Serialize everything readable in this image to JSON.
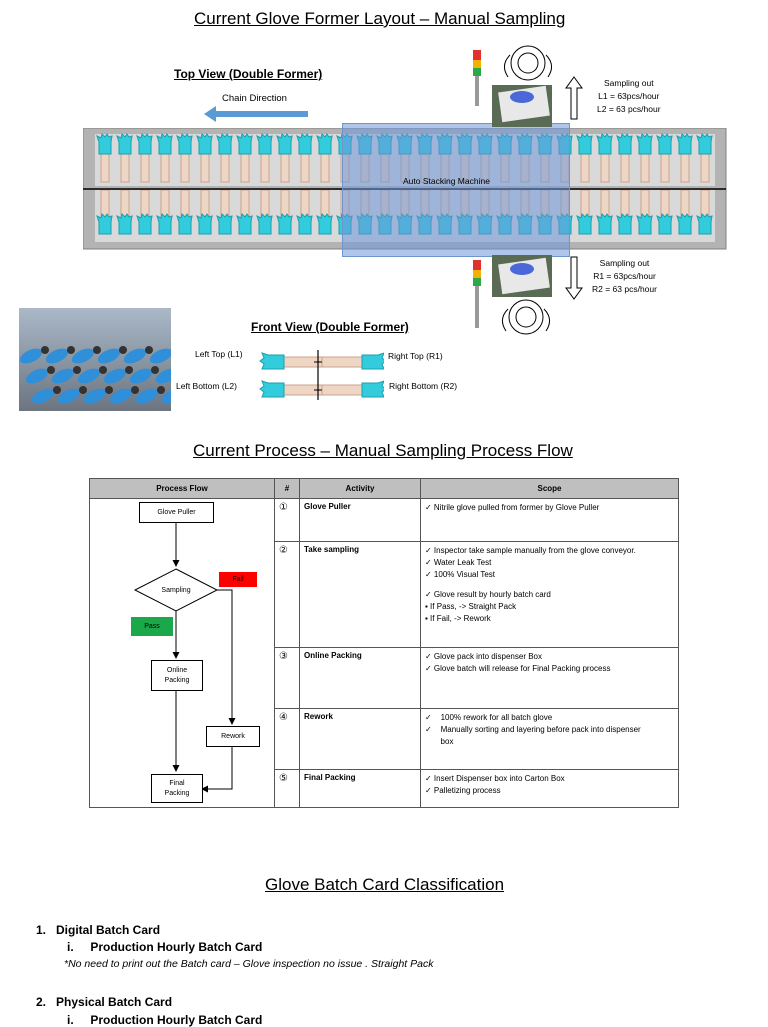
{
  "layout": {
    "title": "Current Glove Former Layout – Manual Sampling",
    "top_view_label": "Top View (Double Former)",
    "chain_direction_label": "Chain Direction",
    "machine_label": "Auto Stacking Machine",
    "sampling_top": [
      "Sampling out",
      "L1 = 63pcs/hour",
      "L2 = 63 pcs/hour"
    ],
    "sampling_bottom": [
      "Sampling out",
      "R1 = 63pcs/hour",
      "R2 = 63 pcs/hour"
    ],
    "front_view_label": "Front View (Double Former)",
    "left_top": "Left Top (L1)",
    "left_bottom": "Left Bottom (L2)",
    "right_top": "Right Top (R1)",
    "right_bottom": "Right Bottom (R2)",
    "colors": {
      "glove": "#33ccdd",
      "conveyor": "#b0b0b0",
      "arrow": "#5b9bd5",
      "machine": "#7ea6e0",
      "pass": "#1aa84a",
      "fail": "#ff0000"
    }
  },
  "process": {
    "title": "Current Process – Manual Sampling Process Flow",
    "headers": [
      "Process Flow",
      "#",
      "Activity",
      "Scope"
    ],
    "flow": {
      "glove_puller": "Glove Puller",
      "sampling": "Sampling",
      "fail": "Fail",
      "pass": "Pass",
      "online_packing": [
        "Online",
        "Packing"
      ],
      "rework": "Rework",
      "final_packing": [
        "Final",
        "Packing"
      ]
    },
    "rows": [
      {
        "num": "①",
        "activity": "Glove Puller",
        "scope": [
          "✓ Nitrile glove pulled from former by Glove Puller"
        ]
      },
      {
        "num": "②",
        "activity": "Take sampling",
        "scope": [
          "✓ Inspector take sample manually from the glove conveyor.",
          "✓ Water Leak Test",
          "✓ 100% Visual Test",
          "",
          "✓ Glove result by hourly batch card",
          "▪ If Pass, -> Straight Pack",
          "▪ If Fail, -> Rework"
        ]
      },
      {
        "num": "③",
        "activity": "Online Packing",
        "scope": [
          "✓ Glove pack into dispenser Box",
          "✓ Glove batch will release for Final Packing process"
        ]
      },
      {
        "num": "④",
        "activity": "Rework",
        "scope": [
          "✓    100% rework for all batch glove",
          "✓    Manually sorting and layering before pack into dispenser",
          "       box"
        ]
      },
      {
        "num": "⑤",
        "activity": "Final Packing",
        "scope": [
          "✓ Insert Dispenser box into Carton Box",
          "✓ Palletizing process"
        ]
      }
    ]
  },
  "batch": {
    "title": "Glove Batch Card Classification",
    "items": [
      {
        "heading": "1.   Digital Batch Card",
        "sub": "i.     Production Hourly Batch Card",
        "note": "*No need to print out the Batch card – Glove inspection no issue . Straight Pack"
      },
      {
        "heading": "2.   Physical Batch Card",
        "sub": "i.     Production Hourly Batch Card"
      }
    ]
  }
}
